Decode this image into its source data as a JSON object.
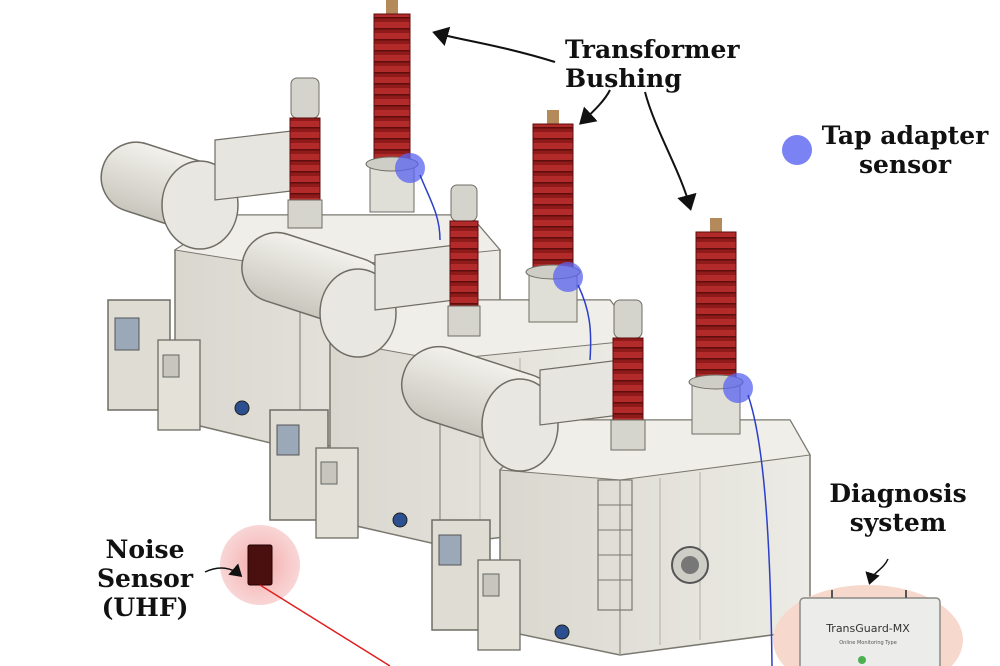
{
  "labels": {
    "bushing": "Transformer Bushing",
    "tap_line1": "Tap adapter",
    "tap_line2": "sensor",
    "diag_line1": "Diagnosis",
    "diag_line2": "system",
    "noise_line1": "Noise",
    "noise_line2": "Sensor",
    "noise_line3": "(UHF)"
  },
  "device": {
    "name": "TransGuard-MX",
    "subtitle": "Online Monitoring Type"
  },
  "colors": {
    "bushing": "#9b1c1c",
    "tank": "#e4e2da",
    "tap_sensor": "#5a63f0",
    "noise_highlight": "#f4b3b3",
    "noise_cable": "#e02020",
    "tap_cable": "#2b3fc9",
    "device_highlight": "#f7d8cc"
  }
}
